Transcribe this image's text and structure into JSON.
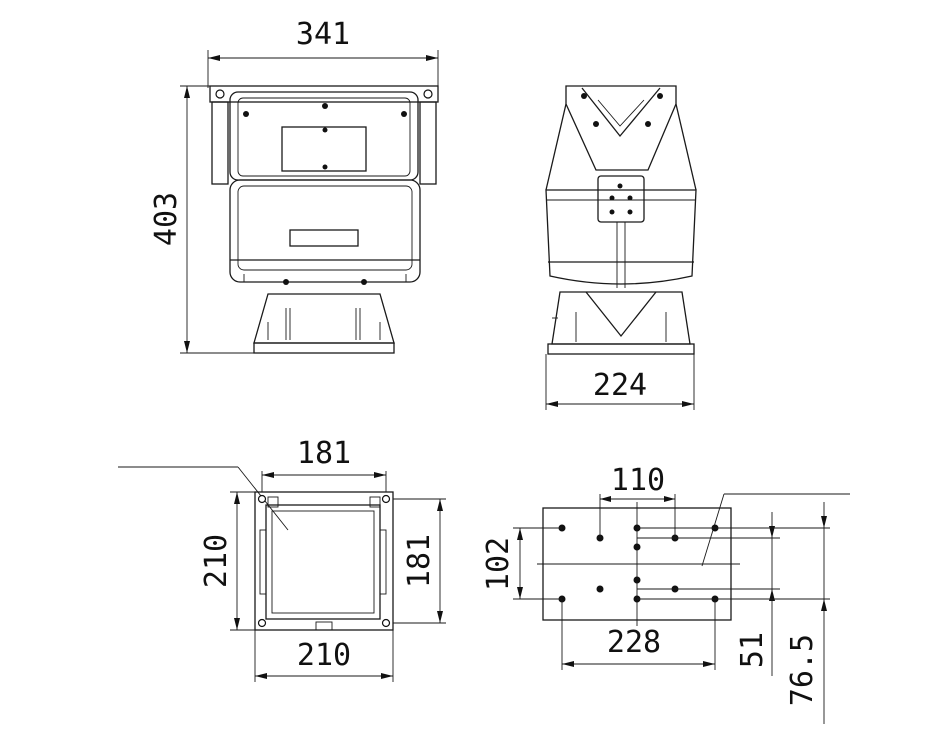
{
  "colors": {
    "line": "#1a1a1a",
    "background": "#ffffff"
  },
  "front_view": {
    "width_label": "341",
    "height_label": "403"
  },
  "side_view": {
    "width_label": "224"
  },
  "base_view": {
    "top_label": "181",
    "left_label": "210",
    "right_label": "181",
    "bottom_label": "210"
  },
  "mount_plate_view": {
    "top_label": "110",
    "left_label": "102",
    "bottom_label": "228",
    "right_label_1": "51",
    "right_label_2": "76.5"
  }
}
